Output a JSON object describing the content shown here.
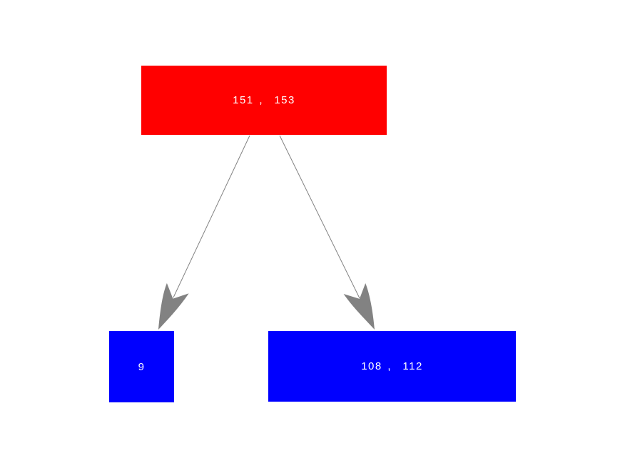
{
  "diagram": {
    "type": "tree",
    "background": "#ffffff",
    "colors": {
      "root_fill": "#ff0000",
      "child_fill": "#0000ff",
      "label": "#ffffff",
      "arrow": "#828282"
    },
    "nodes": [
      {
        "id": "root",
        "label": "151 ,  153",
        "role": "parent"
      },
      {
        "id": "left-child",
        "label": "9",
        "role": "child"
      },
      {
        "id": "right-child",
        "label": "108 ,  112",
        "role": "child"
      }
    ],
    "edges": [
      {
        "from": "root",
        "to": "left-child"
      },
      {
        "from": "root",
        "to": "right-child"
      }
    ]
  }
}
